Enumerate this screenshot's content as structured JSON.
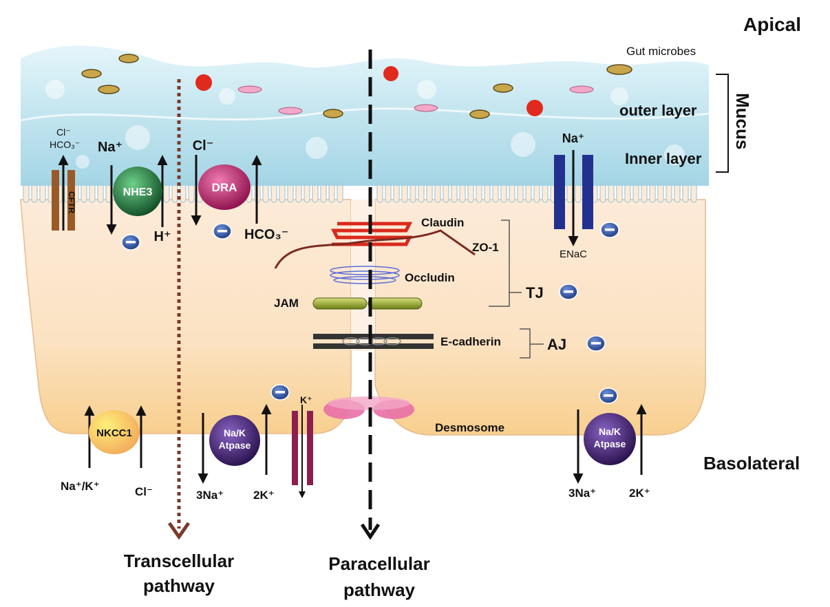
{
  "labels": {
    "apical": "Apical",
    "basolateral": "Basolateral",
    "gut_microbes": "Gut microbes",
    "outer_layer": "outer layer",
    "inner_layer": "Inner layer",
    "mucus": "Mucus",
    "transcellular_1": "Transcellular",
    "transcellular_2": "pathway",
    "paracellular_1": "Paracellular",
    "paracellular_2": "pathway"
  },
  "apical_transport": {
    "cftr_name": "CFTR",
    "cftr_ion_cl": "Cl⁻",
    "cftr_ion_hco3": "HCO₃⁻",
    "nhe3_name": "NHE3",
    "nhe3_in": "Na⁺",
    "nhe3_out": "H⁺",
    "dra_name": "DRA",
    "dra_in": "Cl⁻",
    "dra_out": "HCO₃⁻",
    "enac_ion": "Na⁺",
    "enac_name": "ENaC"
  },
  "junctions": {
    "claudin": "Claudin",
    "zo1": "ZO-1",
    "occludin": "Occludin",
    "jam": "JAM",
    "tj": "TJ",
    "ecadherin": "E-cadherin",
    "aj": "AJ",
    "desmosome": "Desmosome"
  },
  "basolateral_transport": {
    "nkcc1_name": "NKCC1",
    "nkcc1_ion1": "Na⁺/K⁺",
    "nkcc1_ion2": "Cl⁻",
    "nak_left_name_1": "Na/K",
    "nak_left_name_2": "Atpase",
    "nak_left_out": "3Na⁺",
    "nak_left_in": "2K⁺",
    "k_channel_ion": "K⁺",
    "nak_right_name_1": "Na/K",
    "nak_right_name_2": "Atpase",
    "nak_right_out": "3Na⁺",
    "nak_right_in": "2K⁺"
  },
  "inhibition_symbol": "−",
  "colors": {
    "mucus": "#bfe3ee",
    "cell": "#fbe3c8",
    "nhe3": "#1e7a3a",
    "dra": "#c41a6b",
    "enac": "#22318f",
    "cftr": "#9a5a28",
    "nkcc1": "#f3d05a",
    "na_k_atpase": "#3f1d6e",
    "k_channel": "#8c1f4f",
    "claudin": "#d9291c",
    "jam": "#8aa21c",
    "desmosome": "#e86fa6",
    "inhibition": "#2a4a9a",
    "transcellular_arrow": "#7a3a2a"
  },
  "icons": [
    "microbe-icon",
    "inhibition-icon",
    "arrow-icon"
  ]
}
